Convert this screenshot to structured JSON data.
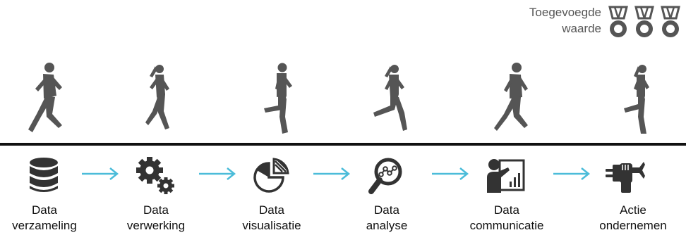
{
  "legend": {
    "line1": "Toegevoegde",
    "line2": "waarde",
    "icon": "medal-icon",
    "medal_count": 3
  },
  "colors": {
    "figure": "#555555",
    "arrow": "#4bbcd9",
    "baseline": "#111111",
    "text": "#111111"
  },
  "steps": [
    {
      "line1": "Data",
      "line2": "verzameling",
      "icon": "database-icon"
    },
    {
      "line1": "Data",
      "line2": "verwerking",
      "icon": "gears-icon"
    },
    {
      "line1": "Data",
      "line2": "visualisatie",
      "icon": "pie-chart-icon"
    },
    {
      "line1": "Data",
      "line2": "analyse",
      "icon": "magnifier-graph-icon"
    },
    {
      "line1": "Data",
      "line2": "communicatie",
      "icon": "presenter-icon"
    },
    {
      "line1": "Actie",
      "line2": "ondernemen",
      "icon": "connector-hand-icon"
    }
  ]
}
